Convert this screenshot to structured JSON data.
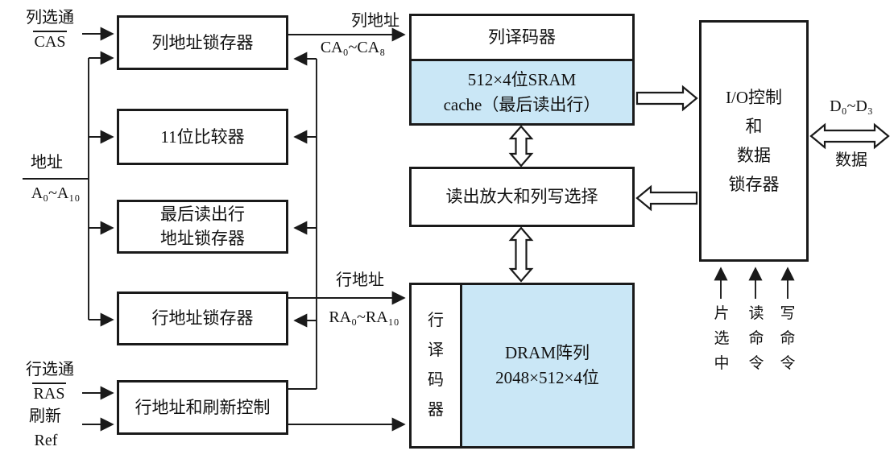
{
  "colors": {
    "line_color": "#1a1a1a",
    "box_fill_blue": "#cae7f6",
    "text_color": "#111111",
    "background": "#ffffff"
  },
  "signals": {
    "cas_label": "列选通",
    "cas": "CAS",
    "addr_label": "地址",
    "addr_range": "A₀~A₁₀",
    "ras_label": "行选通",
    "ras": "RAS",
    "refresh_label": "刷新",
    "refresh": "Ref",
    "col_addr_label": "列地址",
    "col_addr_range": "CA₀~CA₈",
    "row_addr_label": "行地址",
    "row_addr_range": "RA₀~RA₁₀",
    "data_range": "D₀~D₃",
    "data_label": "数据",
    "chip_select": "片选中",
    "read_cmd": "读命令",
    "write_cmd": "写命令"
  },
  "boxes": {
    "col_addr_latch": "列地址锁存器",
    "comparator": "11位比较器",
    "last_row_latch_line1": "最后读出行",
    "last_row_latch_line2": "地址锁存器",
    "row_addr_latch": "行地址锁存器",
    "row_refresh_ctrl": "行地址和刷新控制",
    "col_decoder": "列译码器",
    "sram_line1": "512×4位SRAM",
    "sram_line2": "cache（最后读出行）",
    "sense_amp": "读出放大和列写选择",
    "row_decoder": "行译码器",
    "dram_line1": "DRAM阵列",
    "dram_line2": "2048×512×4位",
    "io_line1": "I/O控制",
    "io_line2": "和",
    "io_line3": "数据",
    "io_line4": "锁存器"
  }
}
